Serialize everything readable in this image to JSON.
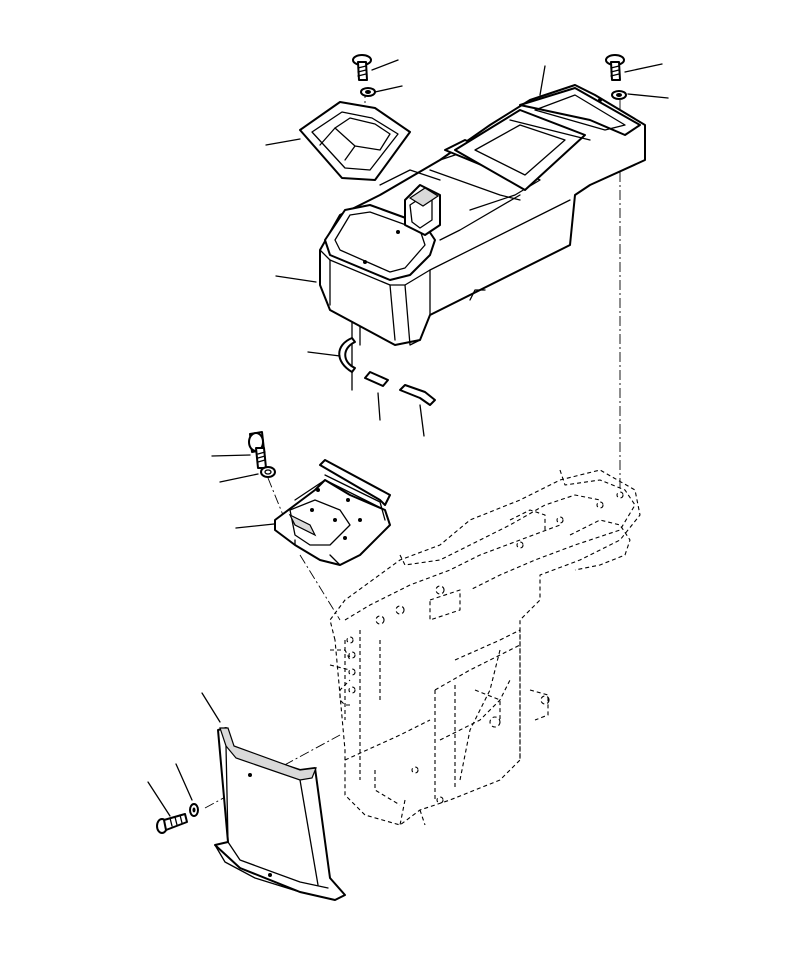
{
  "diagram": {
    "parts": [
      "console-cover",
      "console-top-plate",
      "bolt",
      "washer",
      "clip",
      "bracket",
      "front-cover",
      "operator-seat-frame"
    ],
    "callout_leaders": 18,
    "colors": {
      "line": "#000000",
      "background": "#ffffff",
      "shade": "#d9d9d9"
    }
  }
}
